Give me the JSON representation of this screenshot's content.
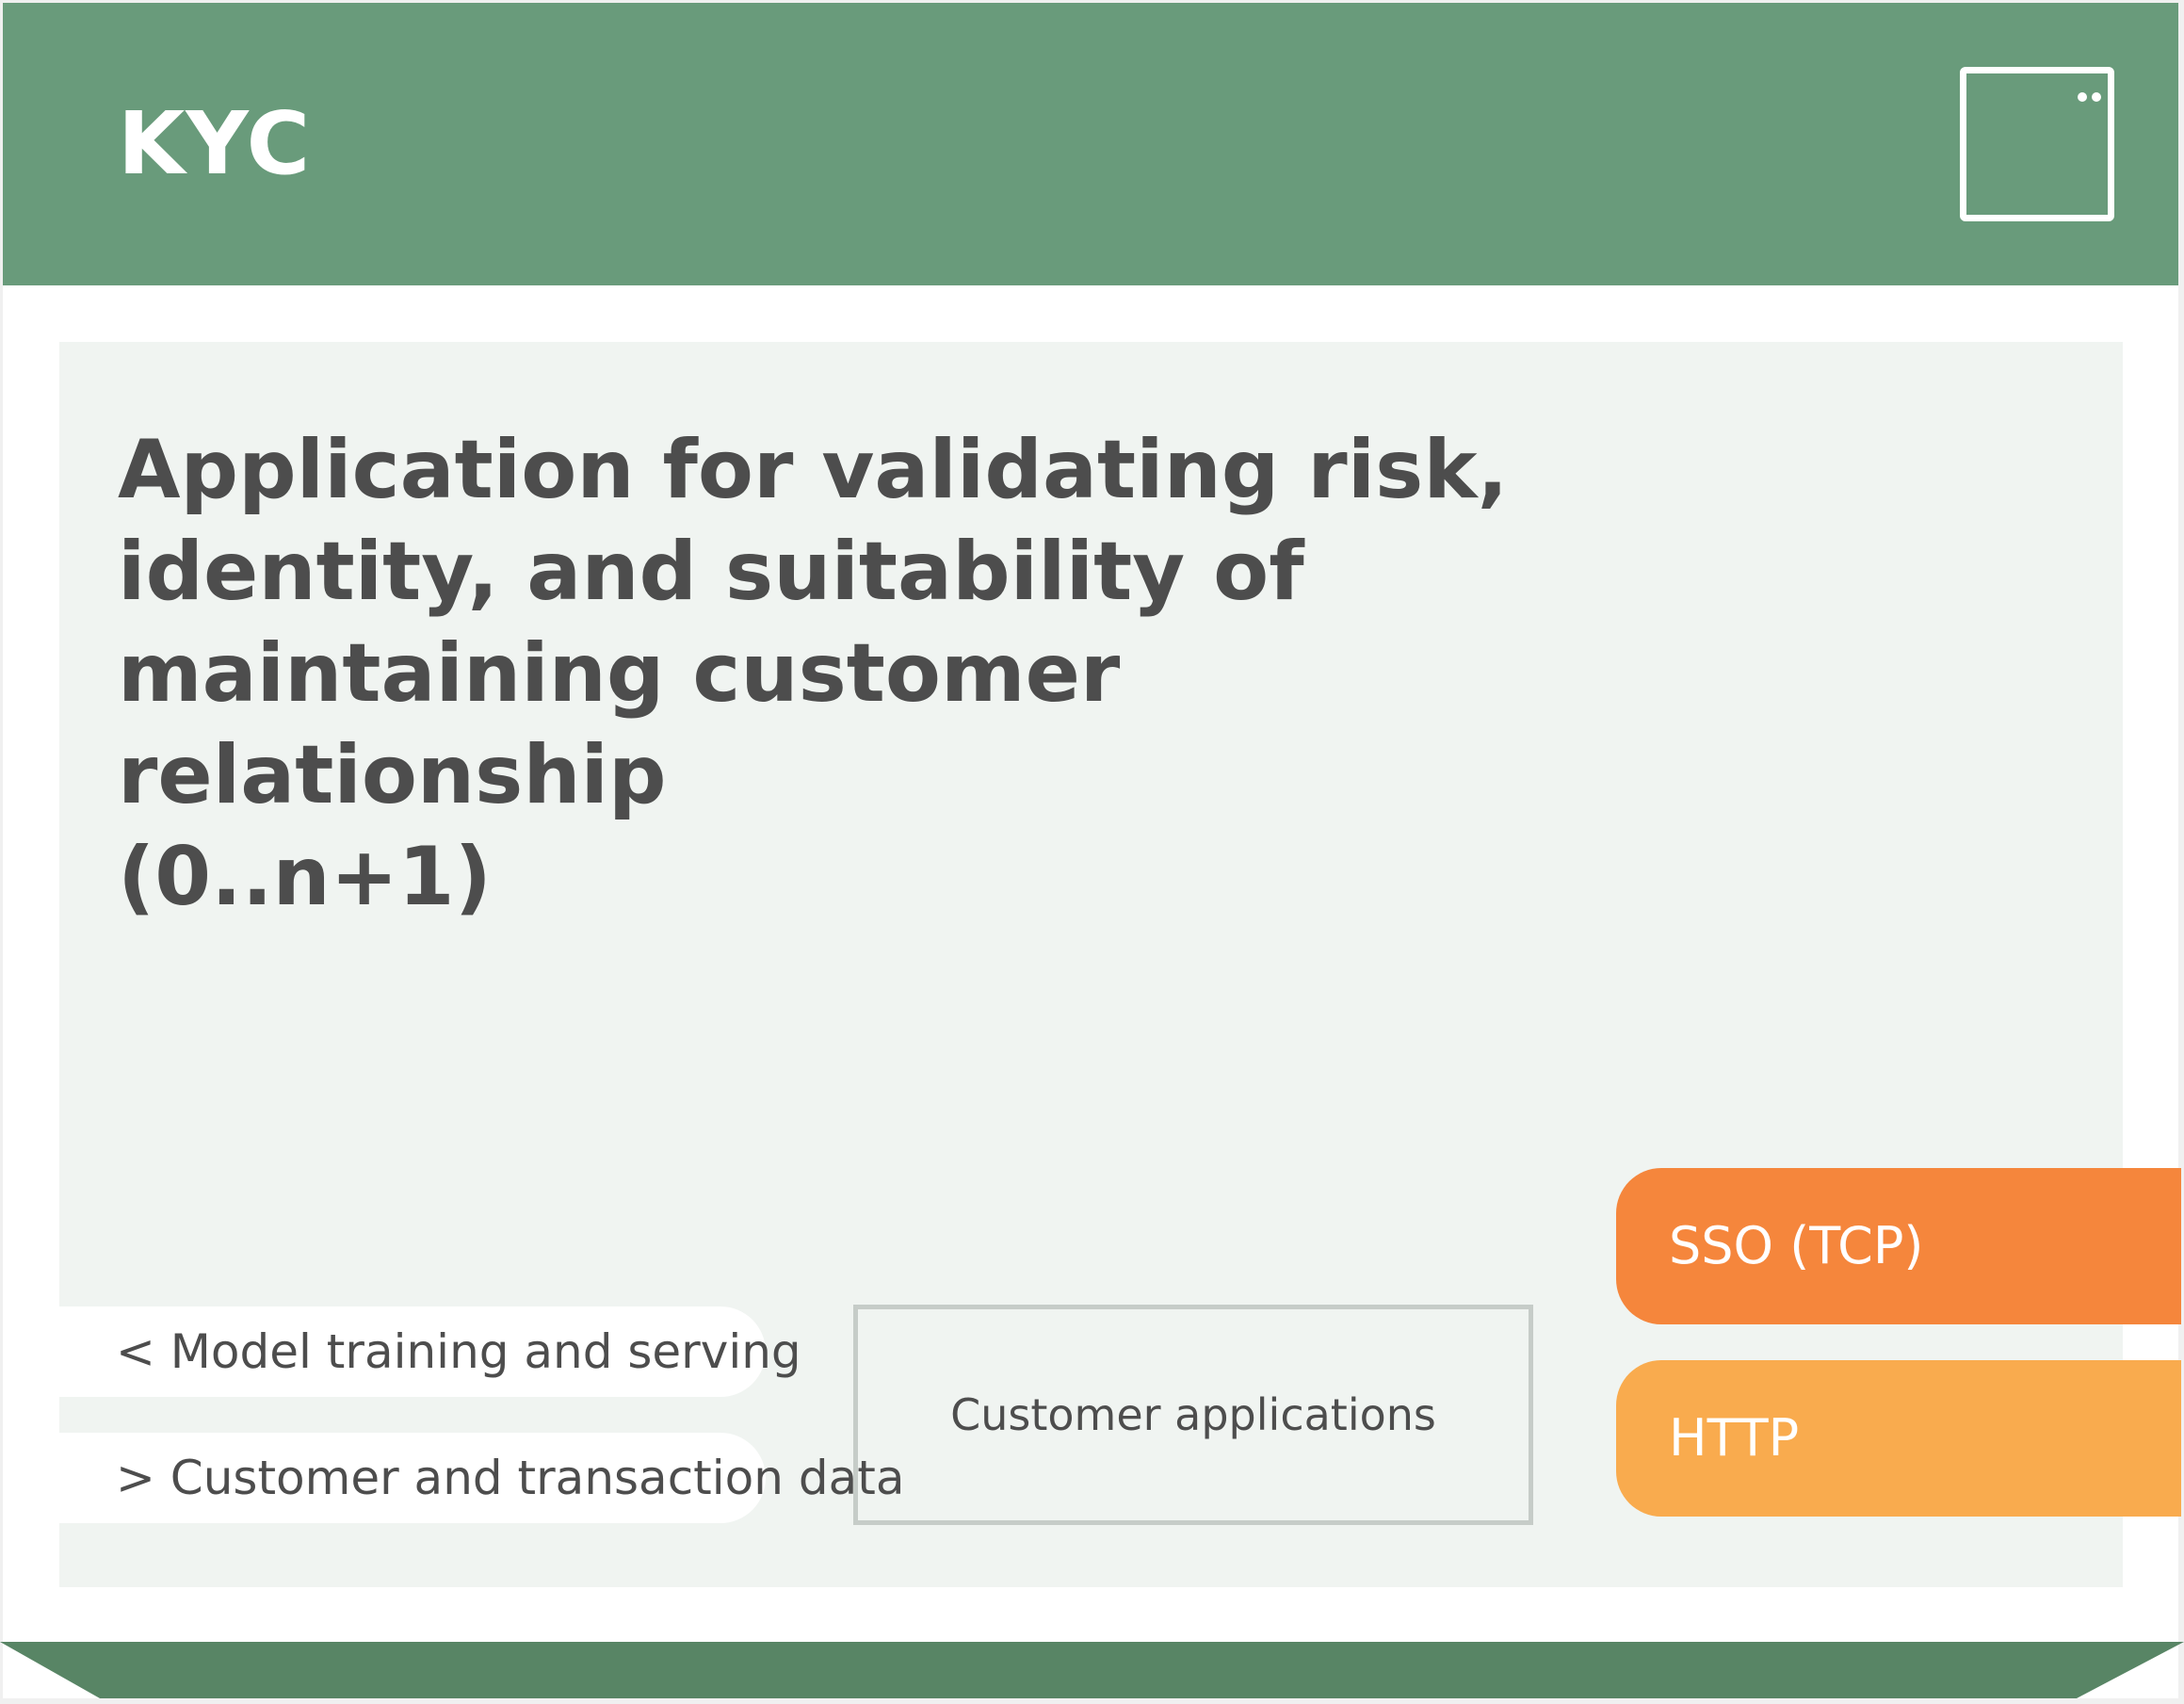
{
  "header": {
    "title": "KYC",
    "icon": "window-icon"
  },
  "panel": {
    "description_lines": [
      "Application for validating risk,",
      "identity, and suitability of",
      "maintaining customer",
      "relationship",
      "(0..n+1)"
    ]
  },
  "flows": {
    "inbound": "< Model training and serving",
    "outbound": "> Customer and transaction data"
  },
  "component": {
    "label": "Customer applications"
  },
  "ports": {
    "sso": "SSO (TCP)",
    "http": "HTTP"
  },
  "colors": {
    "header": "#699b7b",
    "panel": "#f0f4f1",
    "sso": "#f5863c",
    "http": "#f9ab4e",
    "footer": "#588565",
    "text": "#4d4d4d"
  }
}
